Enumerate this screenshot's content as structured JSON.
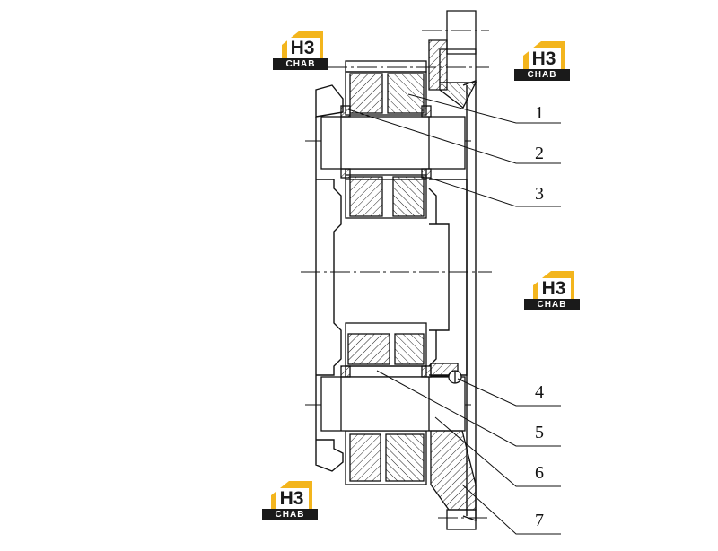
{
  "logo": {
    "mark": "H3",
    "tag": "CHAB"
  },
  "callouts": [
    "1",
    "2",
    "3",
    "4",
    "5",
    "6",
    "7"
  ]
}
